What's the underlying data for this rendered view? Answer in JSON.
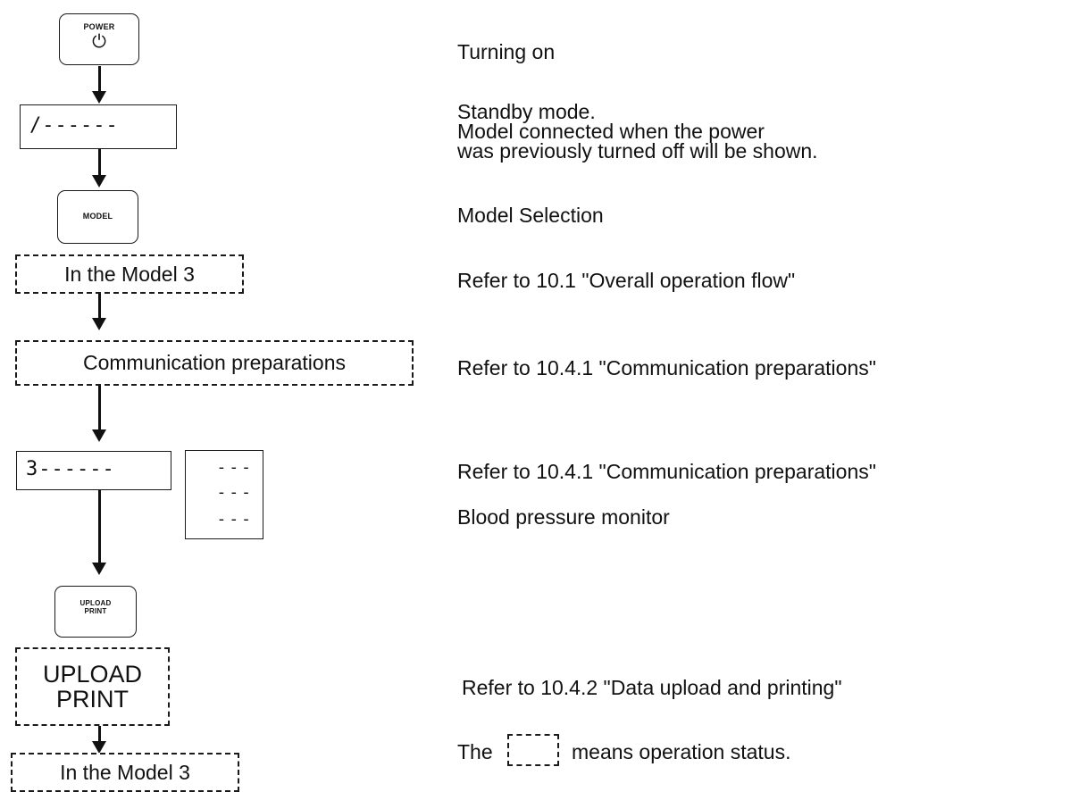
{
  "buttons": {
    "power": "POWER",
    "power_symbol": "⏻",
    "model": "MODEL",
    "upload_line1": "UPLOAD",
    "upload_line2": "PRINT"
  },
  "displays": {
    "standby": "/------",
    "model3": "3------",
    "bp_line1": "---",
    "bp_line2": "---",
    "bp_line3": "---"
  },
  "status_boxes": {
    "model3_top": "In the Model 3",
    "comm_prep": "Communication preparations",
    "upload_line1": "UPLOAD",
    "upload_line2": "PRINT",
    "model3_bottom": "In the Model 3"
  },
  "descriptions": {
    "turning_on": "Turning on",
    "standby_line1": "Standby mode.",
    "standby_line2": "Model connected when the power",
    "standby_line3": "was previously turned off will be shown.",
    "model_selection": "Model Selection",
    "refer_overall": "Refer to 10.1 \"Overall operation flow\"",
    "refer_comm1": "Refer to 10.4.1 \"Communication preparations\"",
    "refer_comm2": "Refer to 10.4.1 \"Communication preparations\"",
    "bp_monitor": "Blood pressure monitor",
    "refer_upload": "Refer to 10.4.2 \"Data upload and printing\"",
    "legend_prefix": "The",
    "legend_suffix": "means operation status."
  }
}
